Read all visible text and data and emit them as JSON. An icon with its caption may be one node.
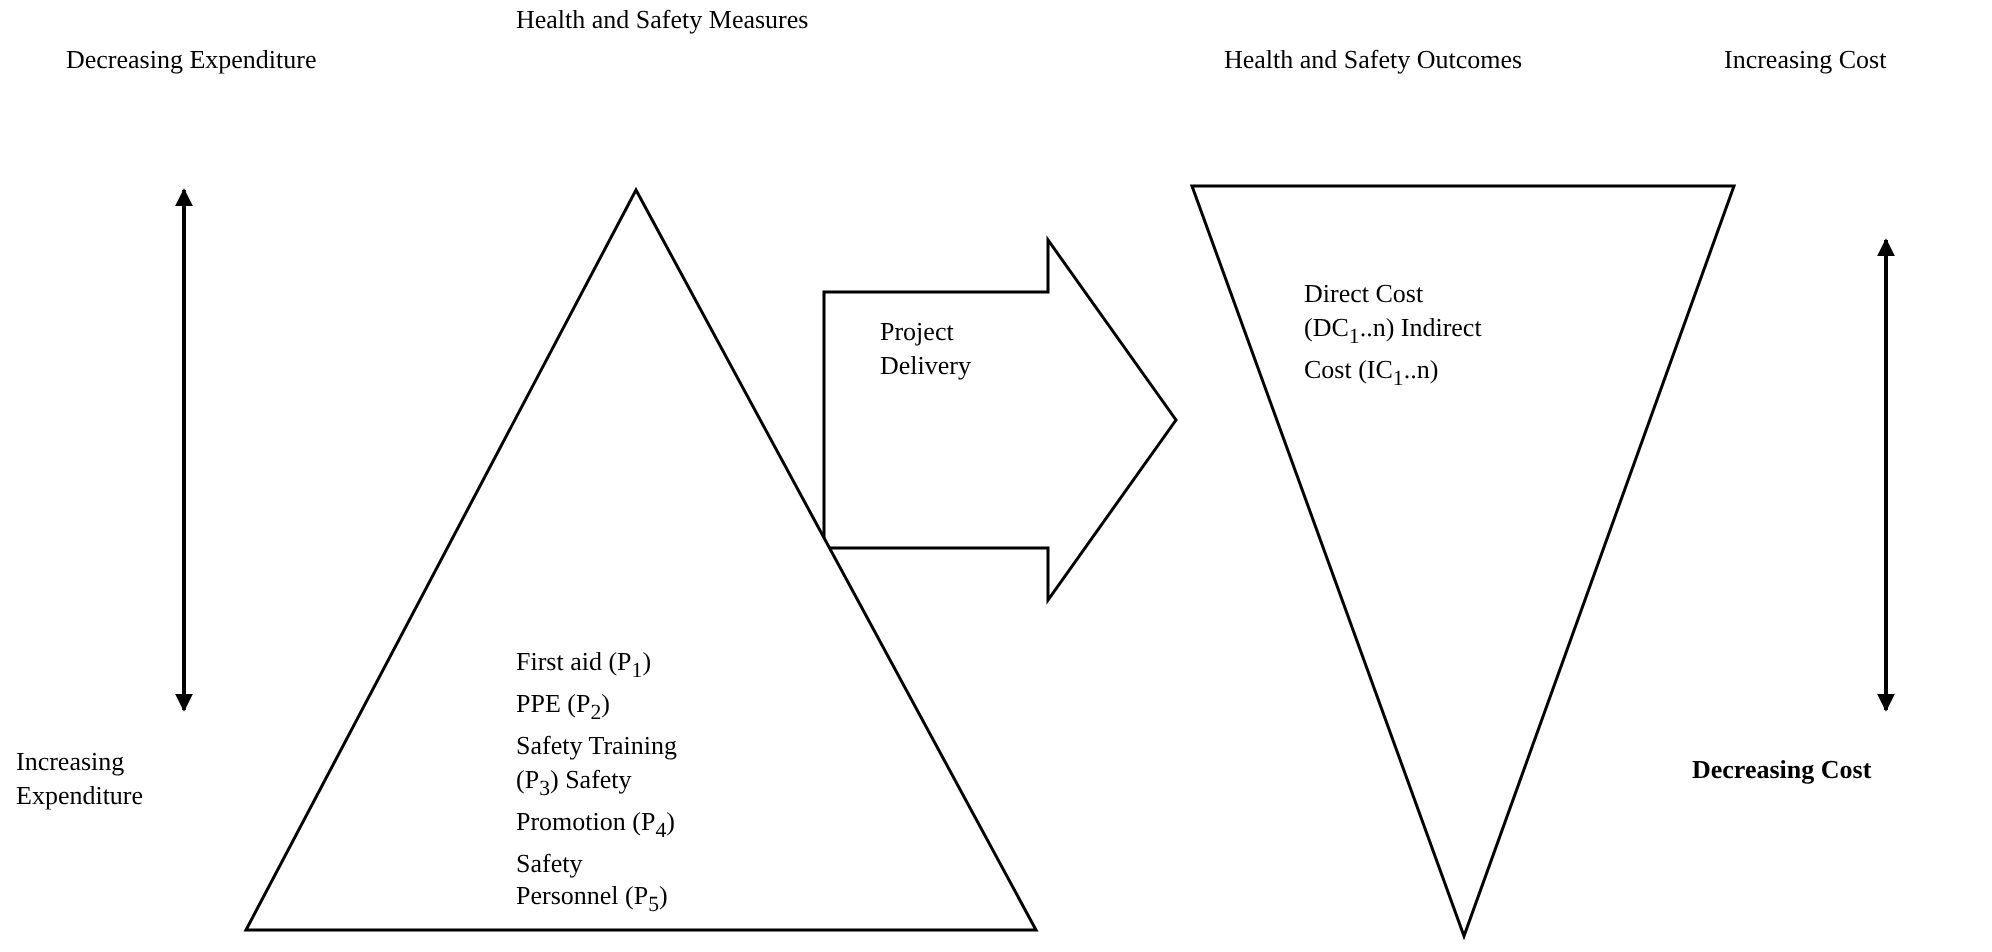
{
  "diagram": {
    "nodes": [
      {
        "text": [
          "First aid (P$_{1}$) PPE (P$_{2}$) Safety Training (P$_{3}$) Safety Promotion (P$_{4}$) Safety Personnel (P$_{5}$)"
        ]
      },
      {
        "text": [
          "Direct Cost (DC$_{1}$..n) Indirect Cost (IC$_{1}$..n)"
        ]
      }
    ],
    "edges": [
      {
        "from": 0,
        "to": 1,
        "arrow": "to",
        "label": "Project Delivery",
        "style": "thick"
      }
    ],
    "labels": [
      "Health and Safety Measures",
      "Health and Safety Outcomes",
      "Increasing Cost",
      "Decreasing Expenditure",
      "Increasing Expenditure",
      "Decreasing Cost"
    ]
  }
}
